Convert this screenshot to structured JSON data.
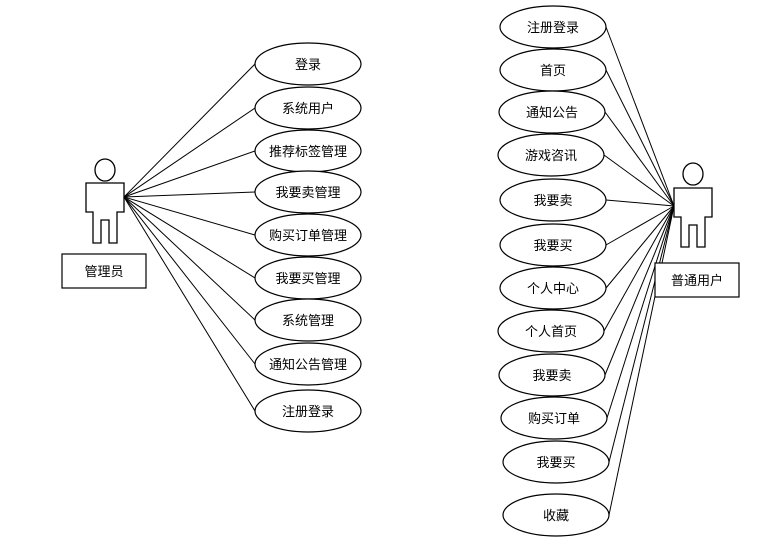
{
  "admin": {
    "label": "管理员",
    "use_cases": [
      "登录",
      "系统用户",
      "推荐标签管理",
      "我要卖管理",
      "购买订单管理",
      "我要买管理",
      "系统管理",
      "通知公告管理",
      "注册登录"
    ]
  },
  "user": {
    "label": "普通用户",
    "use_cases": [
      "注册登录",
      "首页",
      "通知公告",
      "游戏咨讯",
      "我要卖",
      "我要买",
      "个人中心",
      "个人首页",
      "我要卖",
      "购买订单",
      "我要买",
      "收藏"
    ]
  }
}
